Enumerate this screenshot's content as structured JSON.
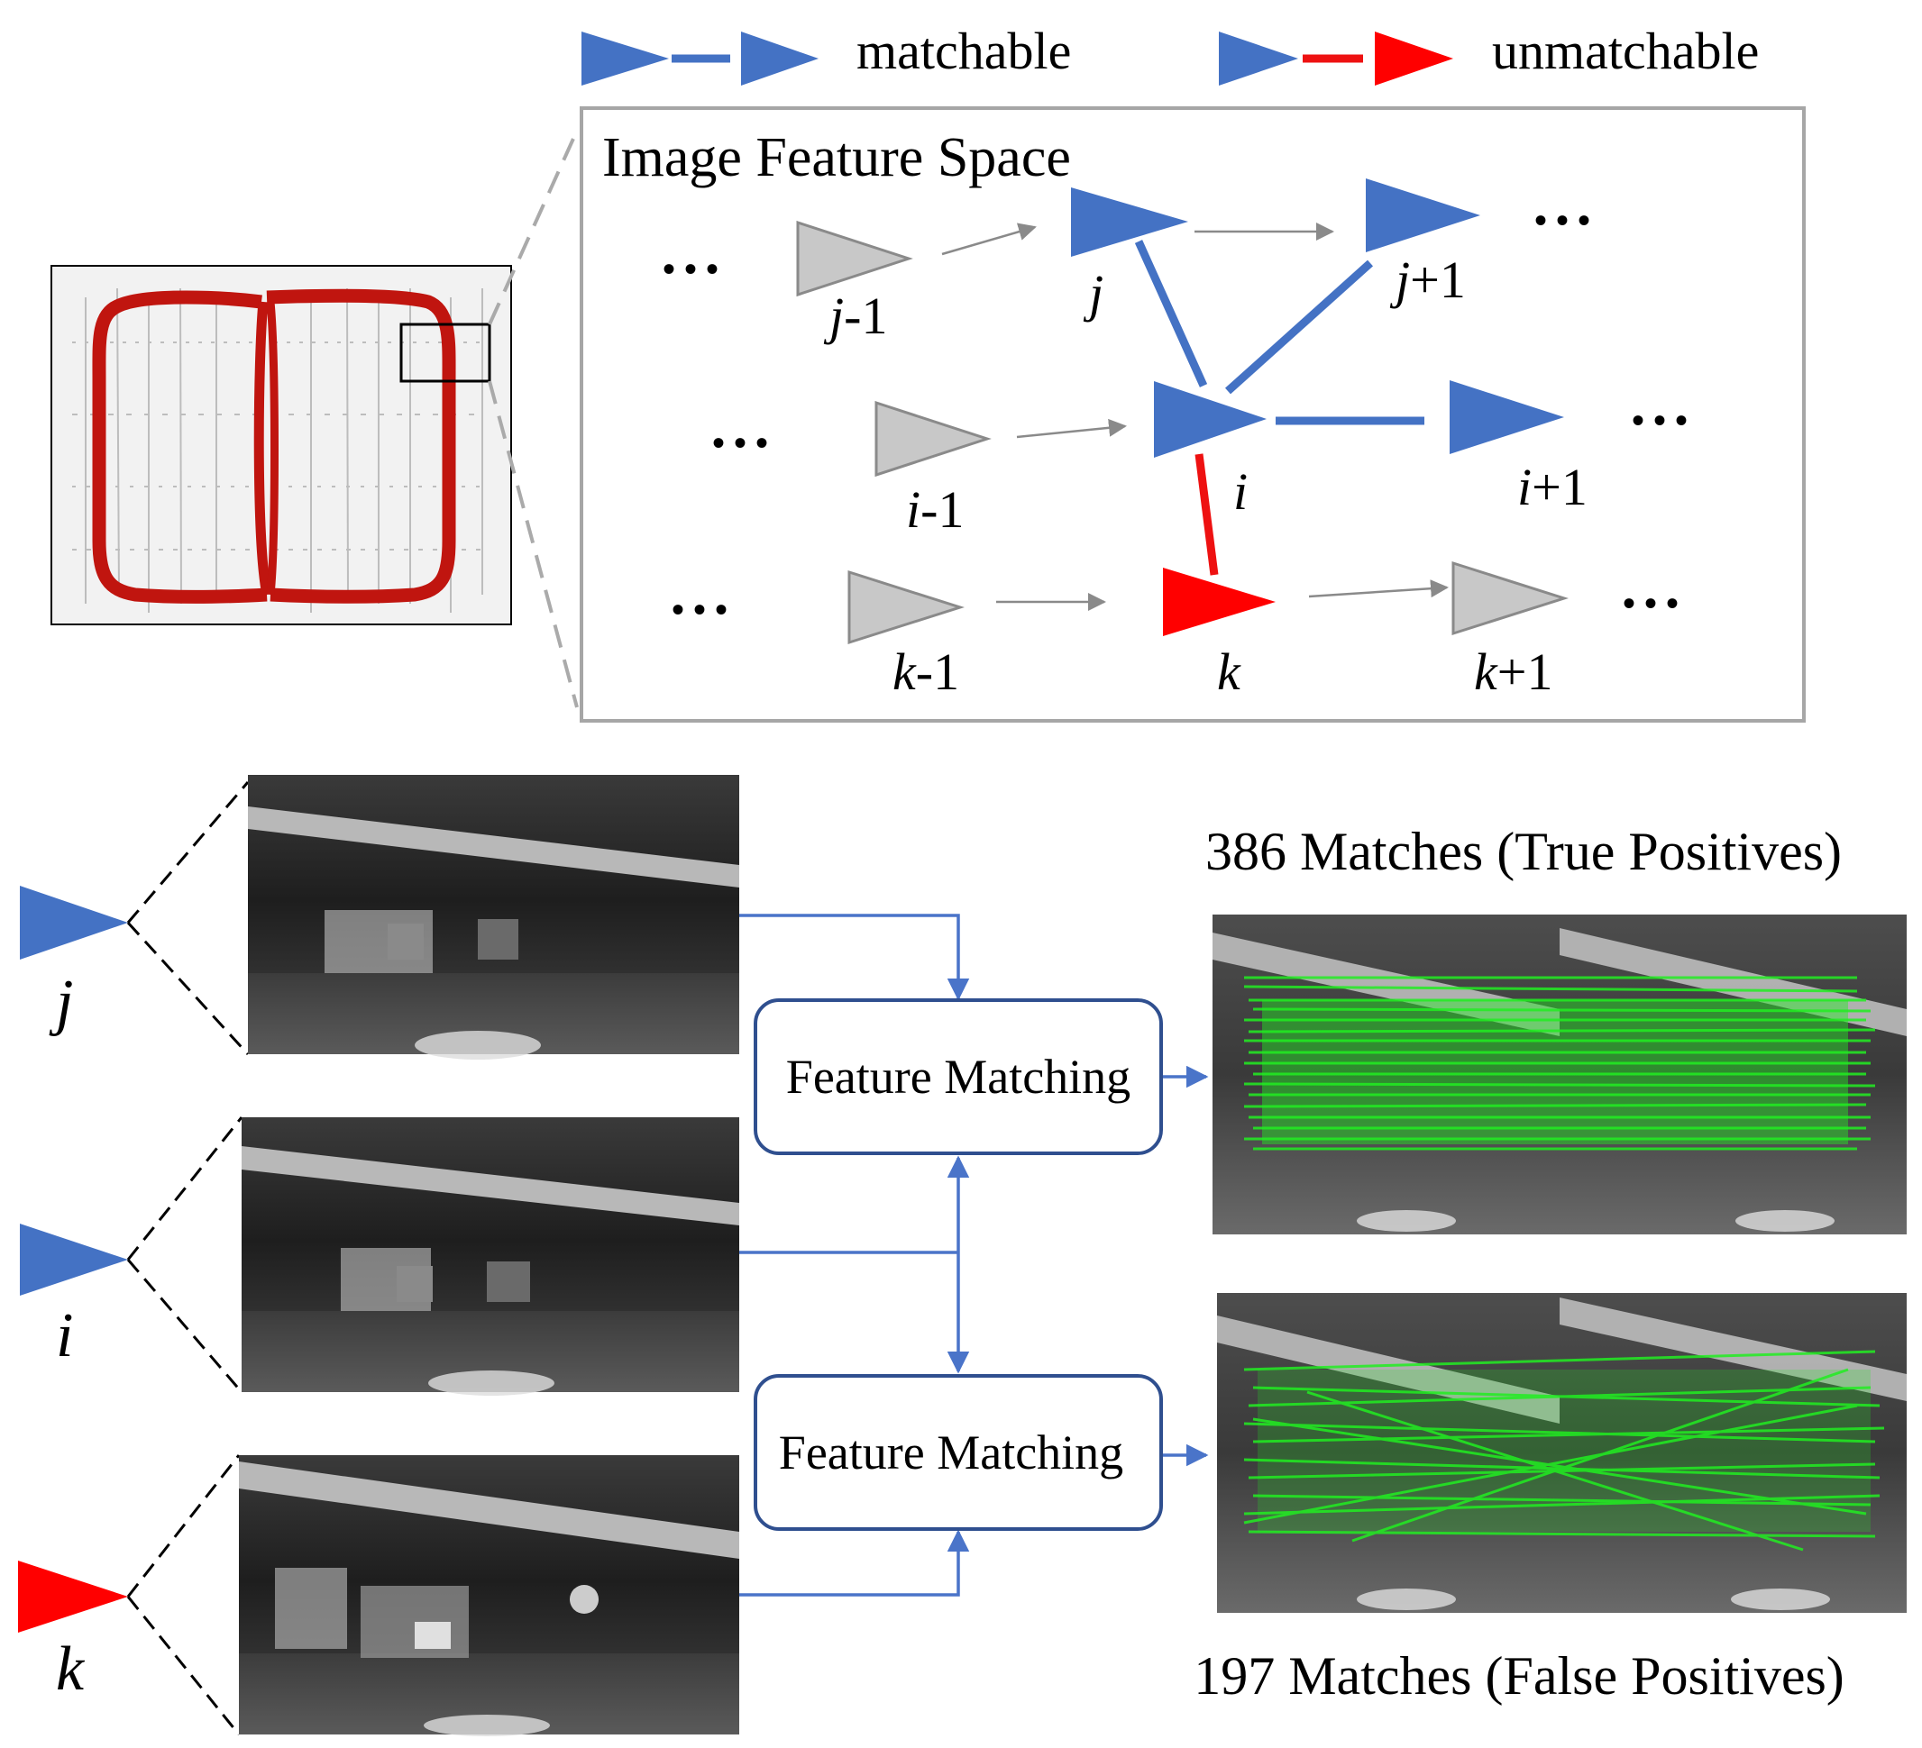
{
  "legend": {
    "matchable_label": "matchable",
    "unmatchable_label": "unmatchable"
  },
  "colors": {
    "blue": "#4472c4",
    "red": "#ff0000",
    "gray_fill": "#c8c8c8",
    "gray_stroke": "#8a8a8a",
    "arrow_blue": "#4a74c9",
    "match_green": "#22ee22",
    "track_red": "#c0150f"
  },
  "feature_space": {
    "title": "Image Feature Space",
    "ellipsis": "• • •",
    "nodes": {
      "j_prev": {
        "var": "j",
        "suffix": "-1"
      },
      "j": {
        "var": "j",
        "suffix": ""
      },
      "j_next": {
        "var": "j",
        "suffix": "+1"
      },
      "i_prev": {
        "var": "i",
        "suffix": "-1"
      },
      "i": {
        "var": "i",
        "suffix": ""
      },
      "i_next": {
        "var": "i",
        "suffix": "+1"
      },
      "k_prev": {
        "var": "k",
        "suffix": "-1"
      },
      "k": {
        "var": "k",
        "suffix": ""
      },
      "k_next": {
        "var": "k",
        "suffix": "+1"
      }
    }
  },
  "bottom": {
    "frame_labels": {
      "j": "j",
      "i": "i",
      "k": "k"
    },
    "matching_box_1": "Feature Matching",
    "matching_box_2": "Feature Matching",
    "result_top": "386 Matches (True Positives)",
    "result_bottom": "197 Matches (False Positives)"
  }
}
